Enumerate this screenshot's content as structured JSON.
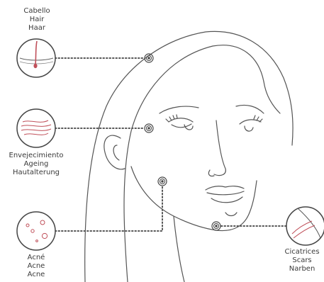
{
  "labels": {
    "hair": [
      "Cabello",
      "Hair",
      "Haar"
    ],
    "ageing": [
      "Envejecimiento",
      "Ageing",
      "Hautalterung"
    ],
    "acne": [
      "Acné",
      "Acne",
      "Acne"
    ],
    "scars": [
      "Cicatrices",
      "Scars",
      "Narben"
    ]
  },
  "colors": {
    "line": "#555555",
    "accent": "#c0505a",
    "target": "#444444"
  }
}
